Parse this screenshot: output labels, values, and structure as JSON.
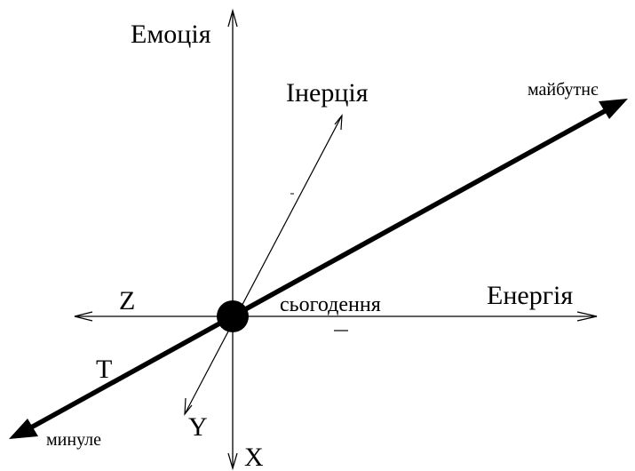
{
  "labels": {
    "emotion": "Емоція",
    "inertia": "Інерція",
    "future": "майбутнє",
    "z": "Z",
    "present": "сьогодення",
    "energy": "Енергія",
    "t": "T",
    "y": "Y",
    "past": "минуле",
    "x": "X"
  },
  "colors": {
    "ink": "#000000",
    "background": "#ffffff"
  }
}
